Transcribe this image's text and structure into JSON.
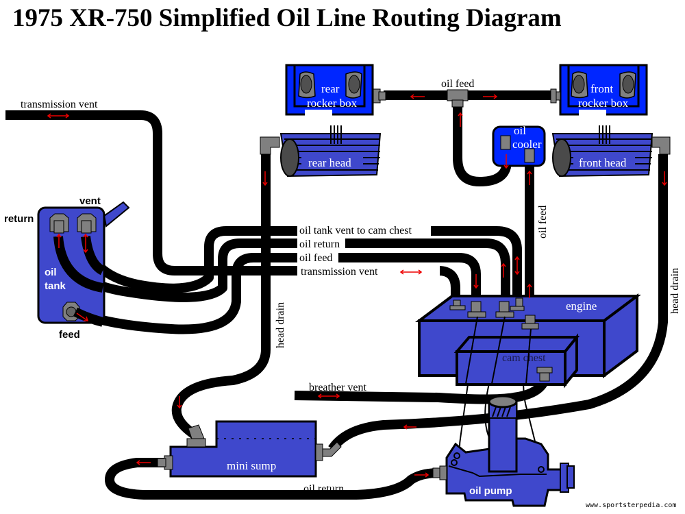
{
  "title": "1975 XR-750 Simplified Oil Line Routing Diagram",
  "credit": "www.sportsterpedia.com",
  "colors": {
    "component_blue": "#3f48cc",
    "rocker_blue": "#0026ff",
    "hose": "#000000",
    "fitting_gray": "#808080",
    "flow_arrow_red": "#e00000"
  },
  "components": {
    "rear_rocker_box": {
      "line1": "rear",
      "line2": "rocker box"
    },
    "front_rocker_box": {
      "line1": "front",
      "line2": "rocker box"
    },
    "rear_head": "rear head",
    "front_head": "front head",
    "oil_cooler": {
      "line1": "oil",
      "line2": "cooler"
    },
    "oil_tank": {
      "line1": "oil",
      "line2": "tank",
      "port_return": "return",
      "port_vent": "vent",
      "port_feed": "feed"
    },
    "engine": "engine",
    "cam_chest": "cam chest",
    "mini_sump": "mini sump",
    "oil_pump": "oil pump"
  },
  "lines": {
    "top_oil_feed": "oil feed",
    "transmission_vent_left": "transmission vent",
    "bundle": [
      "oil tank vent to cam chest",
      "oil return",
      "oil feed",
      "transmission vent"
    ],
    "rear_head_drain": "head drain",
    "front_head_drain": "head drain",
    "cooler_oil_feed": "oil feed",
    "breather_vent": "breather vent",
    "bottom_oil_return": "oil return"
  }
}
